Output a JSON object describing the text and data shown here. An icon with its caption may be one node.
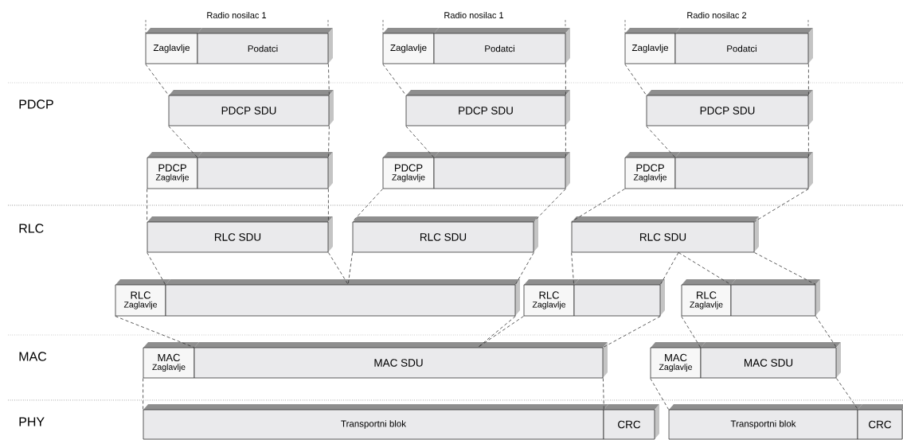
{
  "diagram": {
    "nodes": [
      {
        "text": [
          "Zaglavlje"
        ]
      },
      {
        "text": [
          "Podatci"
        ]
      },
      {
        "text": [
          "Zaglavlje"
        ]
      },
      {
        "text": [
          "Podatci"
        ]
      },
      {
        "text": [
          "Zaglavlje"
        ]
      },
      {
        "text": [
          "Podatci"
        ]
      },
      {
        "text": [
          "PDCP SDU"
        ]
      },
      {
        "text": [
          "PDCP SDU"
        ]
      },
      {
        "text": [
          "PDCP SDU"
        ]
      },
      {
        "text": [
          "PDCP",
          "Zaglavlje"
        ]
      },
      {
        "text": [],
        "shape": "box"
      },
      {
        "text": [
          "PDCP",
          "Zaglavlje"
        ]
      },
      {
        "text": [],
        "shape": "box"
      },
      {
        "text": [
          "PDCP",
          "Zaglavlje"
        ]
      },
      {
        "text": [],
        "shape": "box"
      },
      {
        "text": [
          "RLC SDU"
        ]
      },
      {
        "text": [
          "RLC SDU"
        ]
      },
      {
        "text": [
          "RLC SDU"
        ]
      },
      {
        "text": [
          "RLC",
          "Zaglavlje"
        ]
      },
      {
        "text": [],
        "shape": "box"
      },
      {
        "text": [
          "RLC",
          "Zaglavlje"
        ]
      },
      {
        "text": [],
        "shape": "box"
      },
      {
        "text": [
          "RLC",
          "Zaglavlje"
        ]
      },
      {
        "text": [],
        "shape": "box"
      },
      {
        "text": [
          "MAC",
          "Zaglavlje"
        ]
      },
      {
        "text": [
          "MAC SDU"
        ]
      },
      {
        "text": [
          "MAC",
          "Zaglavlje"
        ]
      },
      {
        "text": [
          "MAC SDU"
        ]
      },
      {
        "text": [
          "Transportni blok"
        ]
      },
      {
        "text": [
          "CRC"
        ]
      },
      {
        "text": [
          "Transportni blok"
        ]
      },
      {
        "text": [
          "CRC"
        ]
      }
    ],
    "edges": [
      {
        "from": 0,
        "to": 6,
        "arrow": "none",
        "style": "dashed"
      },
      {
        "from": 1,
        "to": 6,
        "arrow": "none",
        "style": "dashed"
      },
      {
        "from": 2,
        "to": 7,
        "arrow": "none",
        "style": "dashed"
      },
      {
        "from": 3,
        "to": 7,
        "arrow": "none",
        "style": "dashed"
      },
      {
        "from": 4,
        "to": 8,
        "arrow": "none",
        "style": "dashed"
      },
      {
        "from": 5,
        "to": 8,
        "arrow": "none",
        "style": "dashed"
      },
      {
        "from": 6,
        "to": 10,
        "arrow": "none",
        "style": "dashed"
      },
      {
        "from": 6,
        "to": 10,
        "arrow": "none",
        "style": "dashed"
      },
      {
        "from": 7,
        "to": 12,
        "arrow": "none",
        "style": "dashed"
      },
      {
        "from": 7,
        "to": 12,
        "arrow": "none",
        "style": "dashed"
      },
      {
        "from": 8,
        "to": 14,
        "arrow": "none",
        "style": "dashed"
      },
      {
        "from": 8,
        "to": 14,
        "arrow": "none",
        "style": "dashed"
      },
      {
        "from": 9,
        "to": 15,
        "arrow": "none",
        "style": "dashed"
      },
      {
        "from": 10,
        "to": 15,
        "arrow": "none",
        "style": "dashed"
      },
      {
        "from": 11,
        "to": 16,
        "arrow": "none",
        "style": "dashed"
      },
      {
        "from": 12,
        "to": 16,
        "arrow": "none",
        "style": "dashed"
      },
      {
        "from": 13,
        "to": 17,
        "arrow": "none",
        "style": "dashed"
      },
      {
        "from": 14,
        "to": 17,
        "arrow": "none",
        "style": "dashed"
      },
      {
        "from": 15,
        "to": 19,
        "arrow": "none",
        "style": "dashed"
      },
      {
        "from": 15,
        "to": 19,
        "arrow": "none",
        "style": "dashed"
      },
      {
        "from": 16,
        "to": 19,
        "arrow": "none",
        "style": "dashed"
      },
      {
        "from": 16,
        "to": 19,
        "arrow": "none",
        "style": "dashed"
      },
      {
        "from": 17,
        "to": 21,
        "arrow": "none",
        "style": "dashed"
      },
      {
        "from": 17,
        "to": 21,
        "arrow": "none",
        "style": "dashed"
      },
      {
        "from": 17,
        "to": 23,
        "arrow": "none",
        "style": "dashed"
      },
      {
        "from": 17,
        "to": 23,
        "arrow": "none",
        "style": "dashed"
      },
      {
        "from": 19,
        "to": 25,
        "arrow": "none",
        "style": "dashed"
      },
      {
        "from": 20,
        "to": 25,
        "arrow": "none",
        "style": "dashed"
      },
      {
        "from": 18,
        "to": 25,
        "arrow": "none",
        "style": "dashed"
      },
      {
        "from": 21,
        "to": 25,
        "arrow": "none",
        "style": "dashed"
      },
      {
        "from": 22,
        "to": 27,
        "arrow": "none",
        "style": "dashed"
      },
      {
        "from": 23,
        "to": 27,
        "arrow": "none",
        "style": "dashed"
      },
      {
        "from": 24,
        "to": 28,
        "arrow": "none",
        "style": "dashed"
      },
      {
        "from": 25,
        "to": 28,
        "arrow": "none",
        "style": "dashed"
      },
      {
        "from": 26,
        "to": 30,
        "arrow": "none",
        "style": "dashed"
      },
      {
        "from": 27,
        "to": 30,
        "arrow": "none",
        "style": "dashed"
      }
    ],
    "labels": [
      "Radio nosilac 1",
      "Radio nosilac 1",
      "Radio nosilac 2",
      "PDCP",
      "RLC",
      "MAC",
      "PHY"
    ]
  }
}
